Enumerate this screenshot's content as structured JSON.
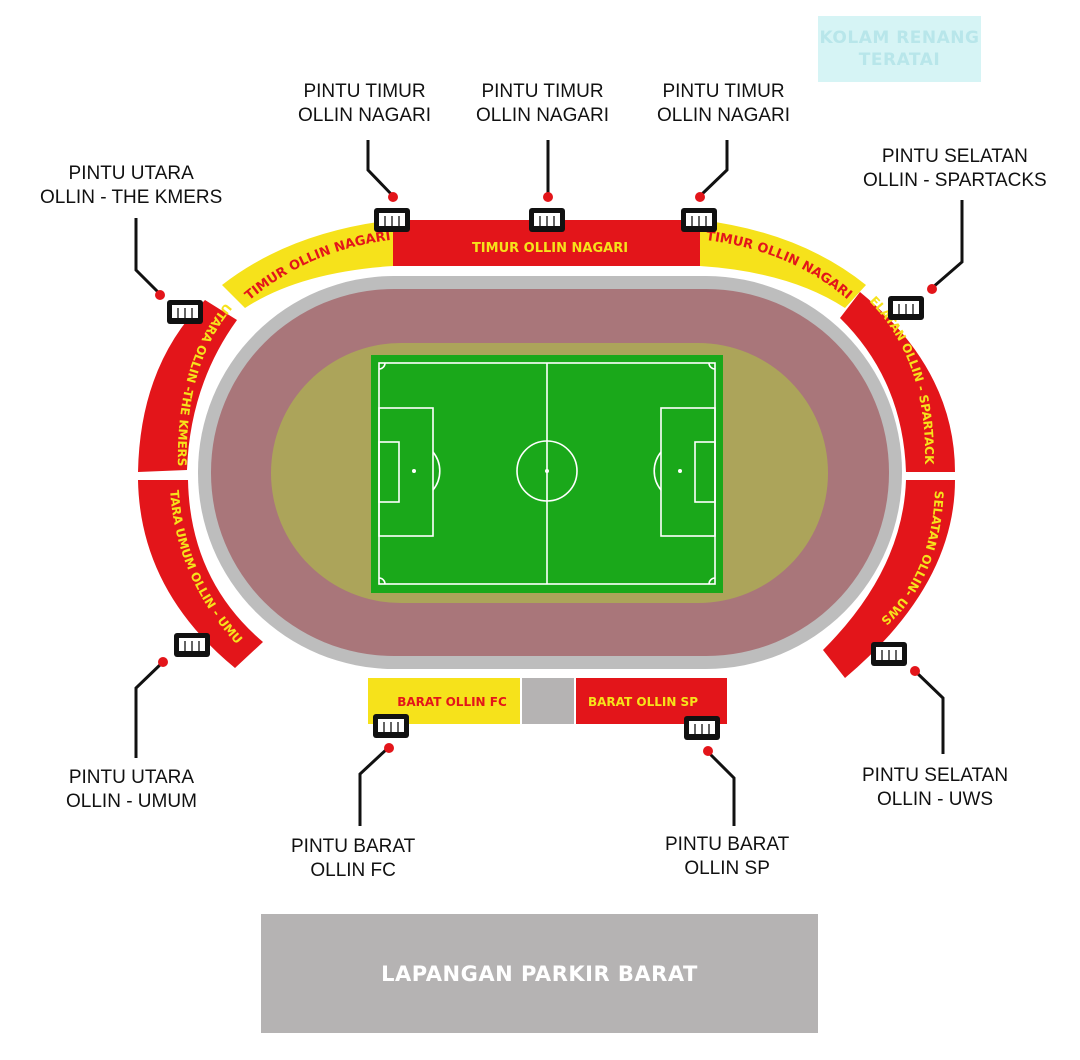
{
  "landmarks": {
    "pool": {
      "line1": "KOLAM RENANG",
      "line2": "TERATAI"
    },
    "parking": "LAPANGAN PARKIR BARAT"
  },
  "stands": {
    "east_left": "TIMUR OLLIN NAGARI",
    "east_center": "TIMUR OLLIN NAGARI",
    "east_right": "TIMUR OLLIN NAGARI",
    "north_upper": "UTARA OLLIN -THE KMERS",
    "north_lower": "UTARA UMUM OLLIN - UMUM",
    "south_upper": "SELATAN OLLIN - SPARTACKS",
    "south_lower": "SELATAN OLLIN- UWS",
    "west_fc": "BARAT OLLIN FC",
    "west_sp": "BARAT OLLIN SP"
  },
  "gates": {
    "east_1": {
      "line1": "PINTU TIMUR",
      "line2": "OLLIN NAGARI"
    },
    "east_2": {
      "line1": "PINTU TIMUR",
      "line2": "OLLIN NAGARI"
    },
    "east_3": {
      "line1": "PINTU TIMUR",
      "line2": "OLLIN NAGARI"
    },
    "north_kmers": {
      "line1": "PINTU UTARA",
      "line2": "OLLIN - THE KMERS"
    },
    "north_umum": {
      "line1": "PINTU UTARA",
      "line2": "OLLIN - UMUM"
    },
    "south_spartacks": {
      "line1": "PINTU SELATAN",
      "line2": "OLLIN - SPARTACKS"
    },
    "south_uws": {
      "line1": "PINTU SELATAN",
      "line2": "OLLIN - UWS"
    },
    "west_fc": {
      "line1": "PINTU BARAT",
      "line2": "OLLIN FC"
    },
    "west_sp": {
      "line1": "PINTU BARAT",
      "line2": "OLLIN SP"
    }
  },
  "colors": {
    "stand_red": "#e3151a",
    "stand_yellow": "#f6e21b",
    "stand_text_red": "#f6e21b",
    "stand_text_yellow": "#e3151a",
    "track": "#a9767a",
    "infield": "#aca45a",
    "pitch": "#1aa81a",
    "marker": "#e3151a",
    "gray": "#b5b3b3"
  }
}
